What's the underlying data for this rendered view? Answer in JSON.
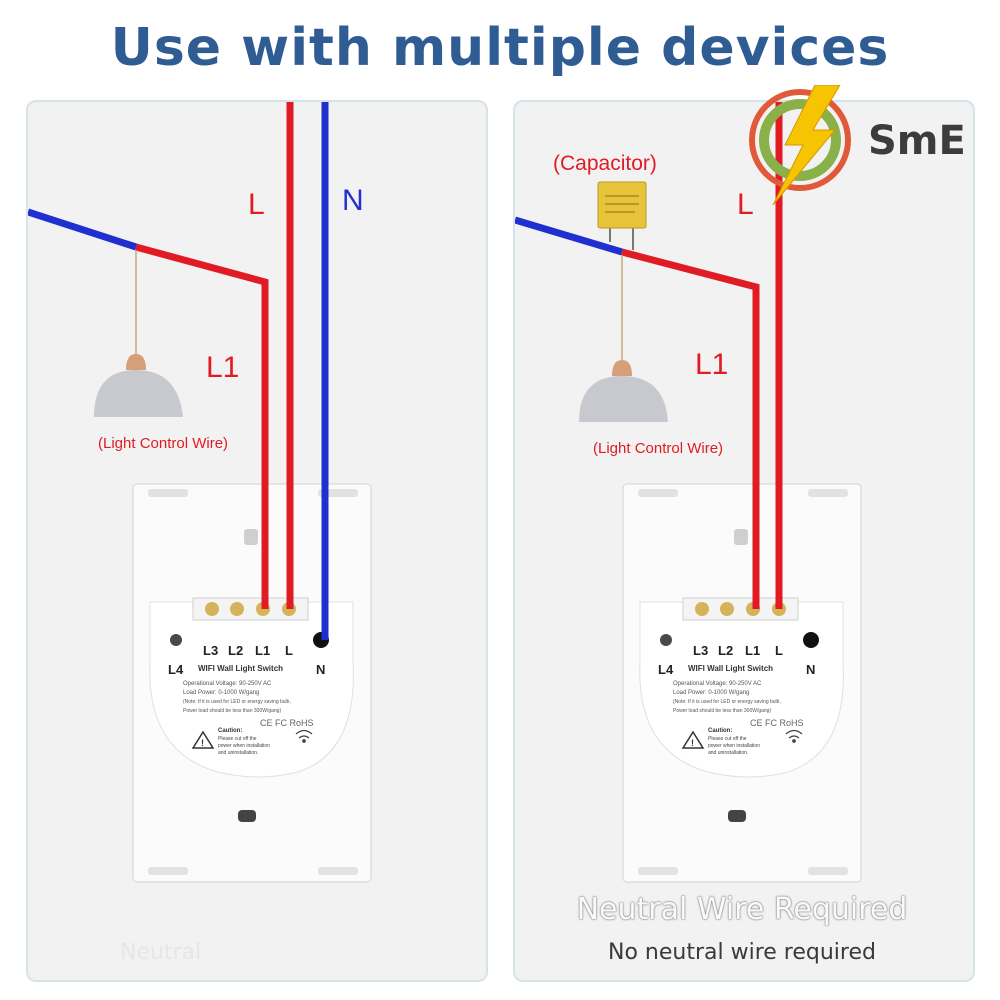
{
  "title": "Use with multiple devices",
  "brand": {
    "name": "SmE"
  },
  "left_panel": {
    "label_L": "L",
    "label_N": "N",
    "label_L1": "L1",
    "lamp_caption": "(Light Control Wire)",
    "faded_caption": "Neutral"
  },
  "right_panel": {
    "capacitor_label": "(Capacitor)",
    "label_L": "L",
    "label_L1": "L1",
    "lamp_caption": "(Light Control Wire)",
    "caption_main": "Neutral Wire Required",
    "caption_sub": "No neutral wire required"
  },
  "switch": {
    "terminals": [
      "L3",
      "L2",
      "L1",
      "L"
    ],
    "label_L4": "L4",
    "label_N": "N",
    "model": "WIFI Wall Light Switch",
    "spec_lines": [
      "Operational Voltage: 90-250V AC",
      "Load Power: 0-1000 W/gang",
      "(Note: If it is used for LED or energy saving bulb,",
      "Power load should be less than 300W/gang)"
    ],
    "certs": "CE FC RoHS",
    "caution_title": "Caution:",
    "caution_lines": [
      "Please cut off the",
      "power when installation",
      "and uninstallation."
    ]
  },
  "colors": {
    "live": "#e01b24",
    "neutral": "#1f2fd0",
    "title": "#2e5c93",
    "label_red": "#e01b24"
  }
}
